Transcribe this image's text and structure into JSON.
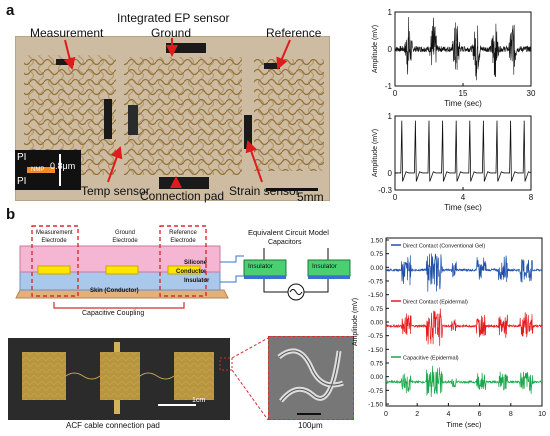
{
  "panel_a": {
    "letter": "a",
    "labels": {
      "integrated": "Integrated EP sensor",
      "measurement": "Measurement",
      "ground": "Ground",
      "reference": "Reference",
      "temp": "Temp sensor",
      "connection": "Connection pad",
      "strain": "Strain sensor",
      "scale": "5mm",
      "inset_pi_top": "PI",
      "inset_pi_bottom": "PI",
      "inset_nmp": "NMP",
      "inset_thickness": "0.8μm"
    }
  },
  "panel_b": {
    "letter": "b",
    "diagram": {
      "measurement": "Measurement Electrode",
      "ground": "Ground Electrode",
      "reference": "Reference Electrode",
      "silicone": "Silicone",
      "conductor": "Conductor",
      "insulator": "Insulator",
      "skin": "Skin (Conductor)",
      "coupling": "Capacitive Coupling"
    },
    "circuit": {
      "title": "Equivalent Circuit Model",
      "capacitors": "Capacitors",
      "insulator_left": "Insulator",
      "insulator_right": "Insulator"
    },
    "photo": {
      "scale": "1cm",
      "caption": "ACF cable connection pad"
    },
    "zoom": {
      "scale": "100μm"
    }
  },
  "colors": {
    "ecg_black": "#111111",
    "blue": "#1f4fa8",
    "red": "#e41a1c",
    "green": "#1aa64a",
    "pink_layer": "#f4b6d2",
    "blue_layer": "#a9c8ec",
    "skin_layer": "#e4b07a",
    "electrode": "#ffe600",
    "insulator_box": "#4ad070",
    "dashed": "#d22f2f"
  },
  "chart_data": [
    {
      "type": "line",
      "panel": "a-top",
      "xlabel": "Time (sec)",
      "ylabel": "Amplitude (mV)",
      "xlim": [
        0,
        30
      ],
      "ylim": [
        -1,
        1
      ],
      "xticks": [
        0,
        15,
        30
      ],
      "yticks": [
        -1,
        0,
        1
      ],
      "series": [
        {
          "x": [
            0,
            2,
            2.5,
            3,
            4,
            6,
            8.5,
            9,
            9.5,
            10,
            12,
            13,
            13.5,
            14,
            14.5,
            15,
            17,
            17.5,
            18,
            18.5,
            19,
            21,
            21.5,
            22,
            22.5,
            23,
            25,
            25.5,
            26,
            26.5,
            27,
            29,
            30
          ],
          "y": [
            0,
            0,
            0.6,
            -0.6,
            0,
            0,
            0.7,
            -0.7,
            0.5,
            0,
            0,
            0.8,
            -0.8,
            0.6,
            -0.5,
            0,
            0,
            0.8,
            -0.8,
            0.7,
            0,
            0,
            0.8,
            -0.7,
            0.6,
            0,
            0,
            0.8,
            -0.8,
            0.6,
            0,
            0,
            0
          ]
        }
      ]
    },
    {
      "type": "line",
      "panel": "a-bottom",
      "xlabel": "Time (sec)",
      "ylabel": "Amplitude (mV)",
      "xlim": [
        0,
        8
      ],
      "ylim": [
        -0.3,
        1
      ],
      "xticks": [
        0,
        4,
        8
      ],
      "yticks": [
        -0.3,
        0,
        1
      ],
      "series": [
        {
          "beats_at": [
            0.4,
            1.2,
            2.0,
            2.8,
            3.6,
            4.4,
            5.2,
            6.0,
            6.8,
            7.6
          ],
          "peak": 0.92,
          "trough": -0.15,
          "baseline": 0
        }
      ]
    },
    {
      "type": "line",
      "panel": "b-right",
      "xlabel": "Time (sec)",
      "ylabel": "Amplitude (mV)",
      "xlim": [
        0,
        10
      ],
      "xticks": [
        0,
        2,
        4,
        6,
        8,
        10
      ],
      "ytick_labels": [
        "1.50",
        "0.75",
        "0.00",
        "-0.75",
        "-1.50",
        "0.75",
        "0.00",
        "-0.75",
        "-1.50",
        "0.75",
        "0.00",
        "-0.75",
        "-1.50"
      ],
      "series": [
        {
          "name": "Direct Contact (Conventional Gel)",
          "color": "#1f4fa8",
          "bursts": [
            [
              1.0,
              1.6,
              0.9
            ],
            [
              2.6,
              3.6,
              1.2
            ],
            [
              4.2,
              4.5,
              0.5
            ],
            [
              5.8,
              6.4,
              0.8
            ],
            [
              7.2,
              7.8,
              0.8
            ],
            [
              8.6,
              9.4,
              0.9
            ]
          ]
        },
        {
          "name": "Direct Contact (Epidermal)",
          "color": "#e41a1c",
          "bursts": [
            [
              1.0,
              1.6,
              0.8
            ],
            [
              2.6,
              3.6,
              1.1
            ],
            [
              4.2,
              4.5,
              0.4
            ],
            [
              5.8,
              6.4,
              0.7
            ],
            [
              7.2,
              7.8,
              0.8
            ],
            [
              8.6,
              9.4,
              0.8
            ]
          ]
        },
        {
          "name": "Capacitive (Epidermal)",
          "color": "#1aa64a",
          "bursts": [
            [
              1.0,
              1.6,
              0.7
            ],
            [
              2.6,
              3.6,
              1.0
            ],
            [
              4.2,
              4.5,
              0.4
            ],
            [
              5.8,
              6.4,
              0.6
            ],
            [
              7.2,
              7.8,
              0.7
            ],
            [
              8.6,
              9.4,
              0.7
            ]
          ]
        }
      ]
    }
  ]
}
